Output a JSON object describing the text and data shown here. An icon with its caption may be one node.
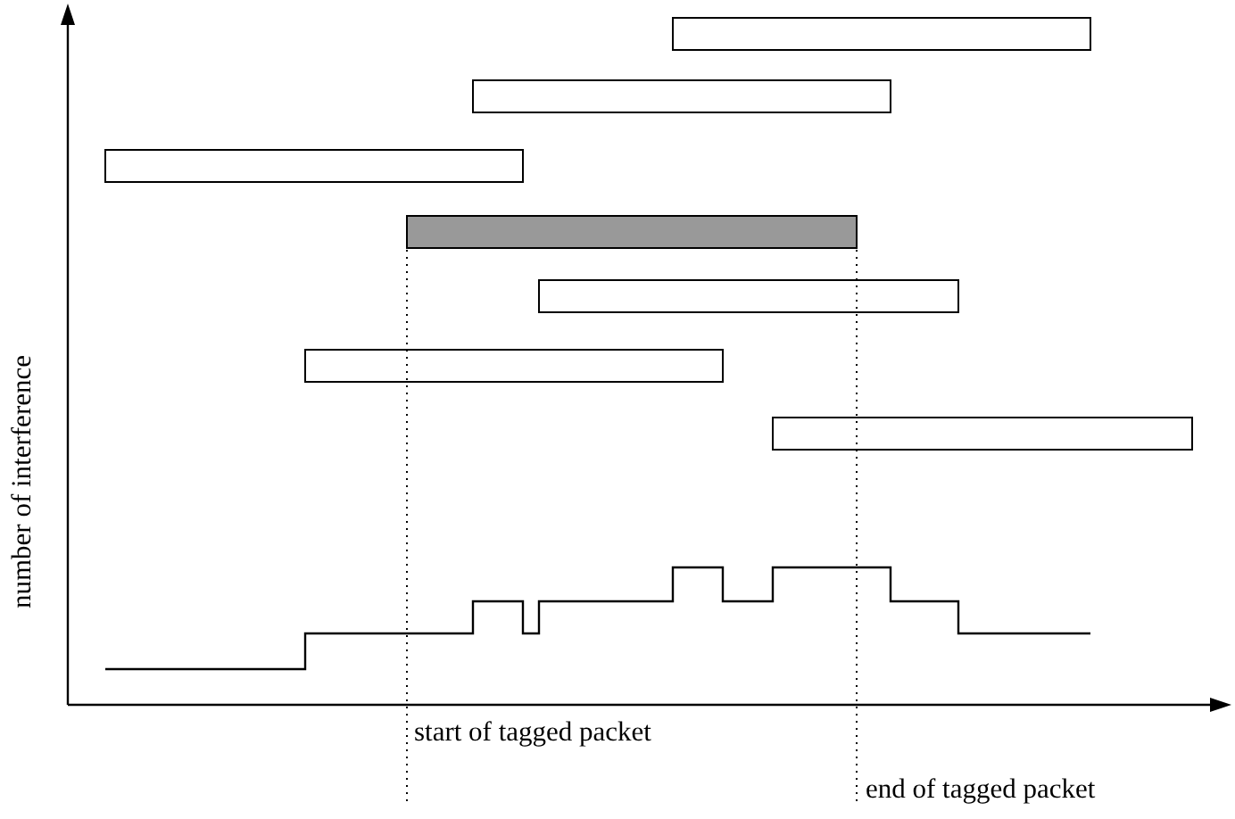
{
  "diagram": {
    "nodes": [
      {
        "text": [],
        "shape": "bar"
      },
      {
        "text": [],
        "shape": "bar"
      },
      {
        "text": [],
        "shape": "bar"
      },
      {
        "text": [],
        "shape": "bar"
      },
      {
        "text": [],
        "shape": "bar"
      },
      {
        "text": [],
        "shape": "bar"
      },
      {
        "text": [],
        "shape": "bar"
      }
    ],
    "labels": [
      "number of interference",
      "start of tagged packet",
      "end of tagged packet"
    ]
  }
}
